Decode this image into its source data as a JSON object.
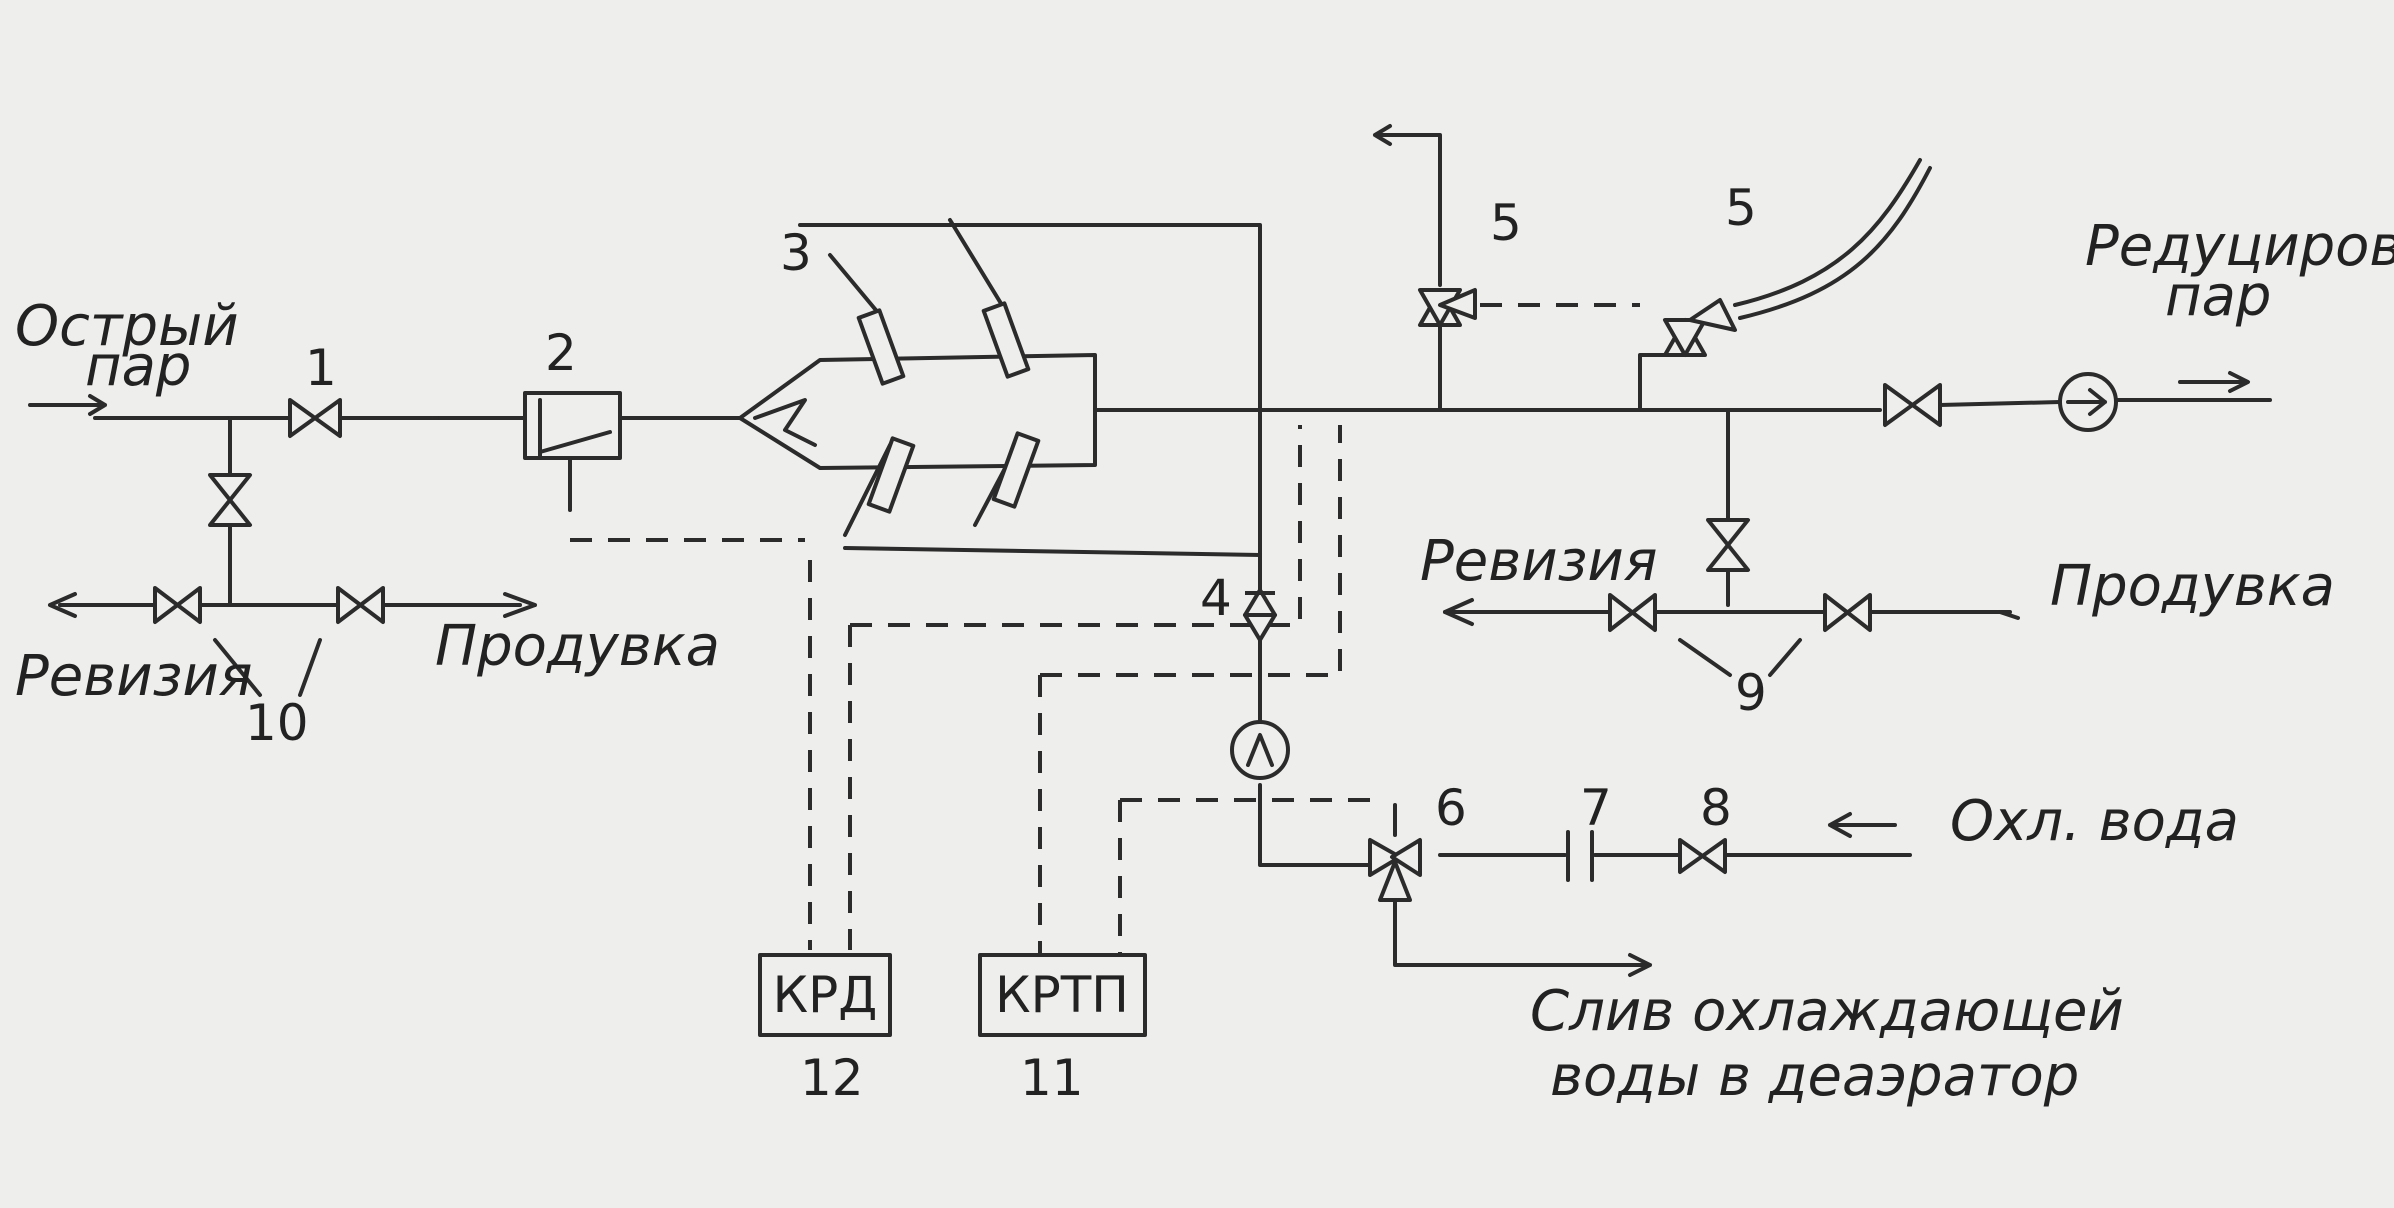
{
  "labels": {
    "ostry_1": "Острый",
    "ostry_2": "пар",
    "revision_left": "Ревизия",
    "purge_left": "Продувка",
    "reduced_1": "Редуциров",
    "reduced_2": "пар",
    "revision_right": "Ревизия",
    "purge_right": "Продувка",
    "cooling_water": "Охл. вода",
    "drain_1": "Слив охлаждающей",
    "drain_2": "воды в деаэратор"
  },
  "numbers": {
    "n1": "1",
    "n2": "2",
    "n3": "3",
    "n4": "4",
    "n5a": "5",
    "n5b": "5",
    "n6": "6",
    "n7": "7",
    "n8": "8",
    "n9": "9",
    "n10": "10",
    "n11": "11",
    "n12": "12"
  },
  "boxes": {
    "krd": "КРД",
    "krtp": "КРТП"
  }
}
